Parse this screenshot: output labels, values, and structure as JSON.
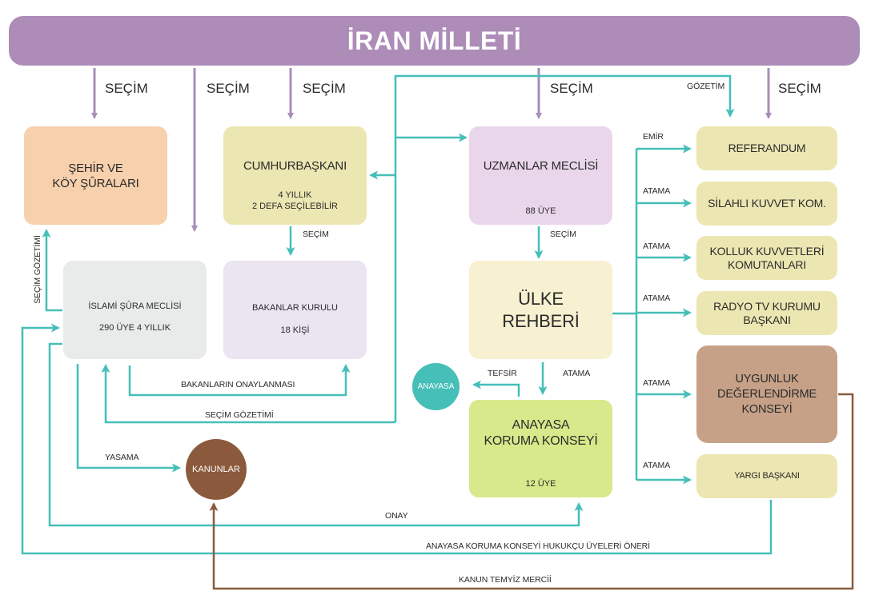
{
  "header": {
    "title": "İRAN MİLLETİ"
  },
  "boxes": {
    "sehir": {
      "title": "ŞEHİR VE\nKÖY ŞÛRALARI"
    },
    "cumhurbaskani": {
      "title": "CUMHURBAŞKANI",
      "sub": "4 YILLIK\n2 DEFA SEÇİLEBİLİR"
    },
    "uzmanlar": {
      "title": "UZMANLAR MECLİSİ",
      "sub": "88 ÜYE"
    },
    "referandum": {
      "title": "REFERANDUM"
    },
    "silahli": {
      "title": "SİLAHLI KUVVET KOM."
    },
    "kolluk": {
      "title": "KOLLUK KUVVETLERİ\nKOMUTANLARI"
    },
    "radyo": {
      "title": "RADYO TV KURUMU\nBAŞKANI"
    },
    "uygunluk": {
      "title": "UYGUNLUK\nDEĞERLENDİRME\nKONSEYİ"
    },
    "yargi": {
      "title": "YARGI BAŞKANI"
    },
    "islami": {
      "title": "İSLAMİ ŞÛRA MECLİSİ",
      "sub": "290 ÜYE 4 YILLIK"
    },
    "bakanlar": {
      "title": "BAKANLAR KURULU",
      "sub": "18 KİŞİ"
    },
    "rehber": {
      "title": "ÜLKE\nREHBERİ"
    },
    "anayasa_koruma": {
      "title": "ANAYASA\nKORUMA KONSEYİ",
      "sub": "12 ÜYE"
    }
  },
  "circles": {
    "anayasa": "ANAYASA",
    "kanunlar": "KANUNLAR"
  },
  "labels": {
    "secim": "SEÇİM",
    "gozetim": "GÖZETİM",
    "emir": "EMİR",
    "atama": "ATAMA",
    "tefsir": "TEFSİR",
    "secim_gozetimi": "SEÇİM GÖZETİMİ",
    "bakanlarin_onay": "BAKANLARIN ONAYLANMASI",
    "yasama": "YASAMA",
    "onay": "ONAY",
    "hukukcu": "ANAYASA KORUMA KONSEYİ HUKUKÇU ÜYELERİ ÖNERİ",
    "temyiz": "KANUN TEMYİZ MERCİİ"
  },
  "colors": {
    "header": "#ad8cb8",
    "purple_arrow": "#a78eb6",
    "teal": "#45bfb8",
    "brown": "#8b5a3c",
    "sehir": "#f7d0ad",
    "cumhur": "#ece6b2",
    "uzmanlar": "#ead6ea",
    "right_boxes": "#ece6b2",
    "uygunluk": "#c6a188",
    "islami": "#e9ebea",
    "bakanlar": "#ebe4f1",
    "rehber": "#f7f1d2",
    "koruma": "#d7e98a",
    "anayasa_circle": "#45bfb8",
    "kanunlar_circle": "#8b5a3c"
  }
}
